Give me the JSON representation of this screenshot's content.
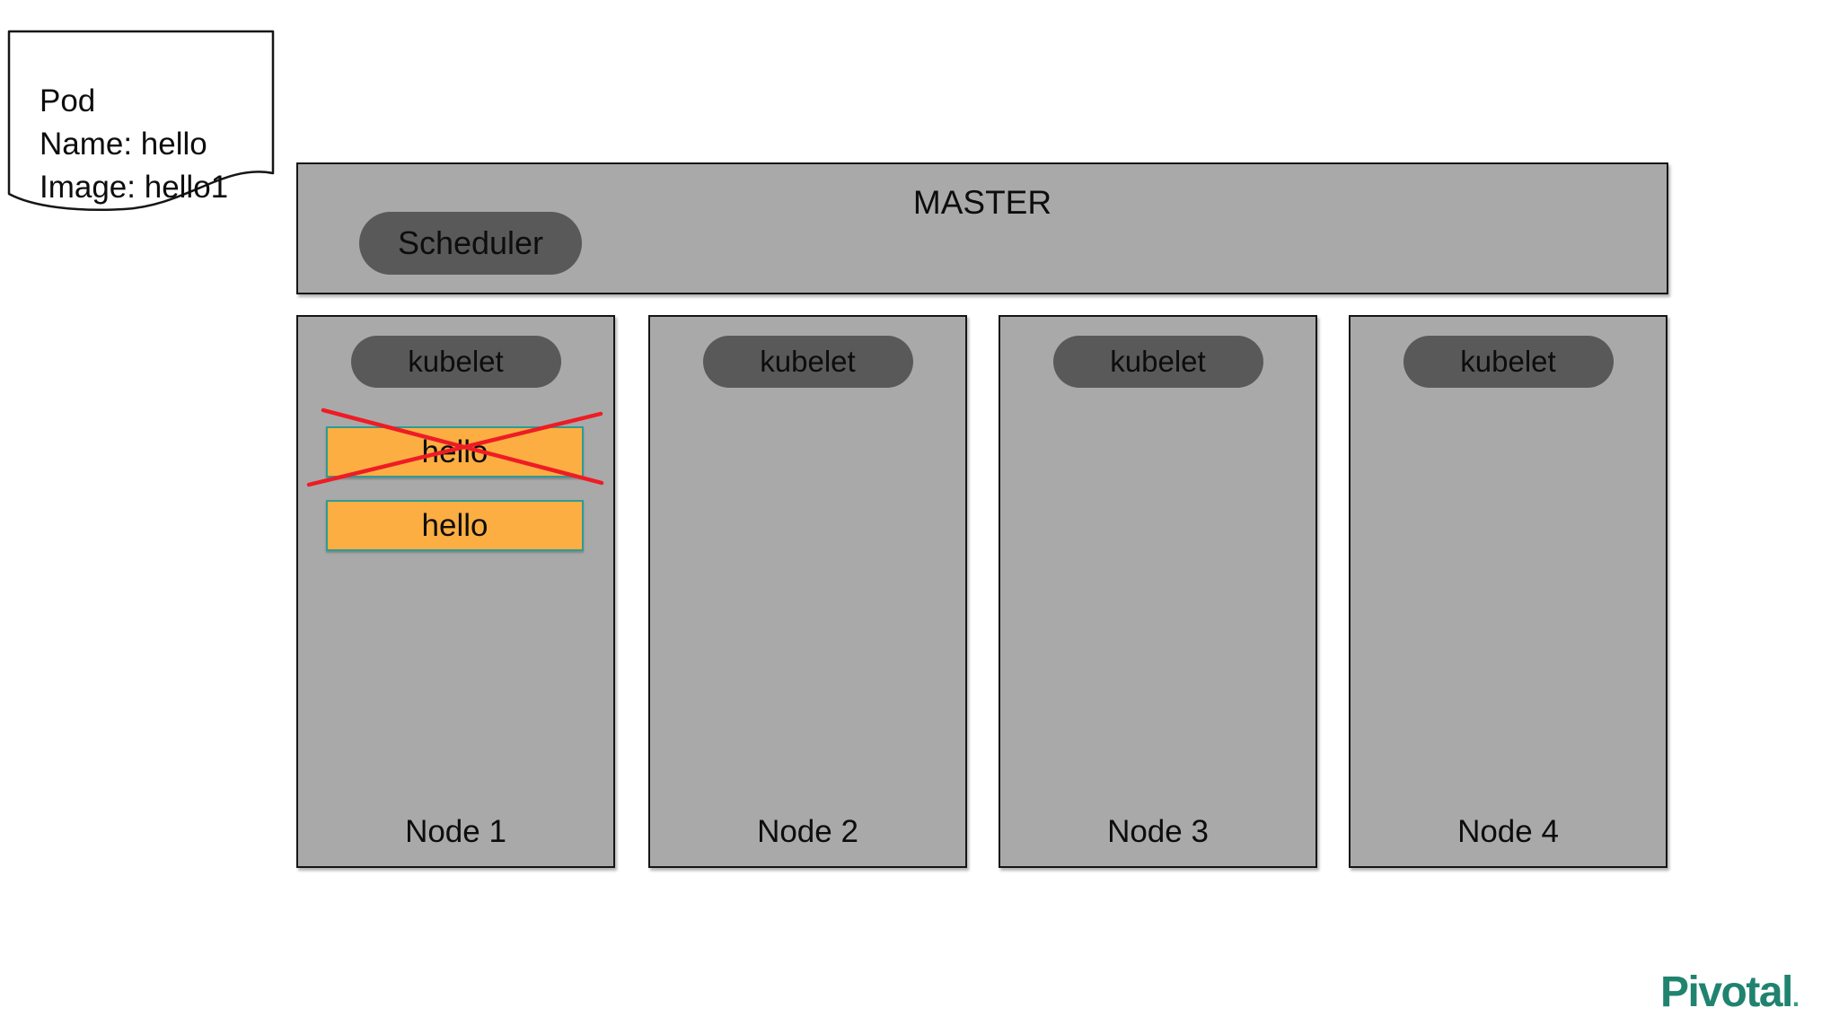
{
  "colors": {
    "box_gray": "#a9a9a9",
    "box_border": "#161616",
    "pill_dark_gray": "#595959",
    "pod_orange": "#fcae42",
    "pod_border_teal": "#2b9d96",
    "cross_red": "#ee1c25",
    "brand_teal": "#20836f",
    "background": "#ffffff"
  },
  "note": {
    "lines": [
      "Pod",
      "Name: hello",
      "Image: hello1"
    ]
  },
  "master": {
    "title": "MASTER",
    "scheduler_label": "Scheduler"
  },
  "nodes": [
    {
      "label": "Node 1",
      "kubelet_label": "kubelet",
      "pods": [
        {
          "label": "hello",
          "status": "crossed-out"
        },
        {
          "label": "hello",
          "status": "running"
        }
      ]
    },
    {
      "label": "Node 2",
      "kubelet_label": "kubelet",
      "pods": []
    },
    {
      "label": "Node 3",
      "kubelet_label": "kubelet",
      "pods": []
    },
    {
      "label": "Node 4",
      "kubelet_label": "kubelet",
      "pods": []
    }
  ],
  "brand": {
    "name": "Pivotal",
    "mark": "."
  }
}
